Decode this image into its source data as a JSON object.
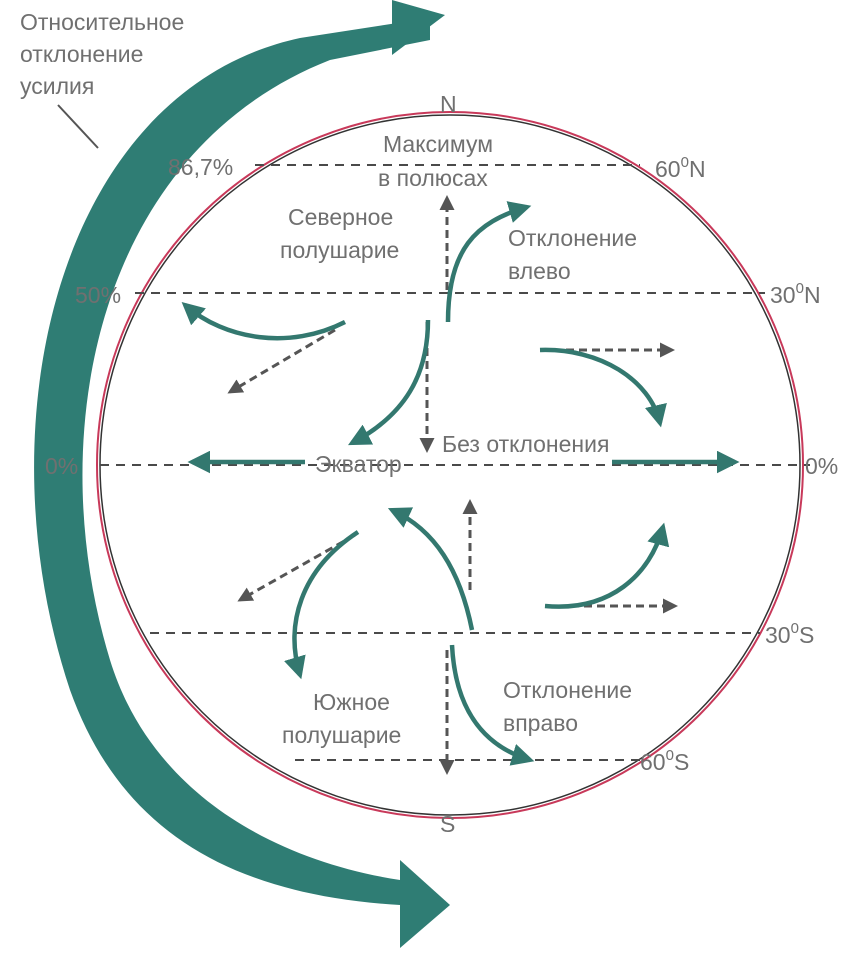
{
  "big_arrow_label": [
    "Относительное",
    "отклонение",
    "усилия"
  ],
  "poles": {
    "north": "N",
    "south": "S"
  },
  "percent_labels": {
    "p86": "86,7%",
    "p50": "50%",
    "p0_left": "0%",
    "p0_right": "0%"
  },
  "latitude_labels": {
    "n60": "60",
    "n30": "30",
    "s30": "30",
    "s60": "60",
    "deg": "0",
    "n": "N",
    "s": "S"
  },
  "texts": {
    "maximum": [
      "Максимум",
      "в полюсах"
    ],
    "north_hemisphere": [
      "Северное",
      "полушарие"
    ],
    "deflect_left": [
      "Отклонение",
      "влево"
    ],
    "no_deflection": "Без отклонения",
    "equator": "Экватор",
    "south_hemisphere": [
      "Южное",
      "полушарие"
    ],
    "deflect_right": [
      "Отклонение",
      "вправо"
    ]
  },
  "colors": {
    "big_arrow": "#2f7d74",
    "teal_arrows": "#33786f",
    "circle_outer": "#c8395a",
    "circle_inner": "#333333"
  }
}
